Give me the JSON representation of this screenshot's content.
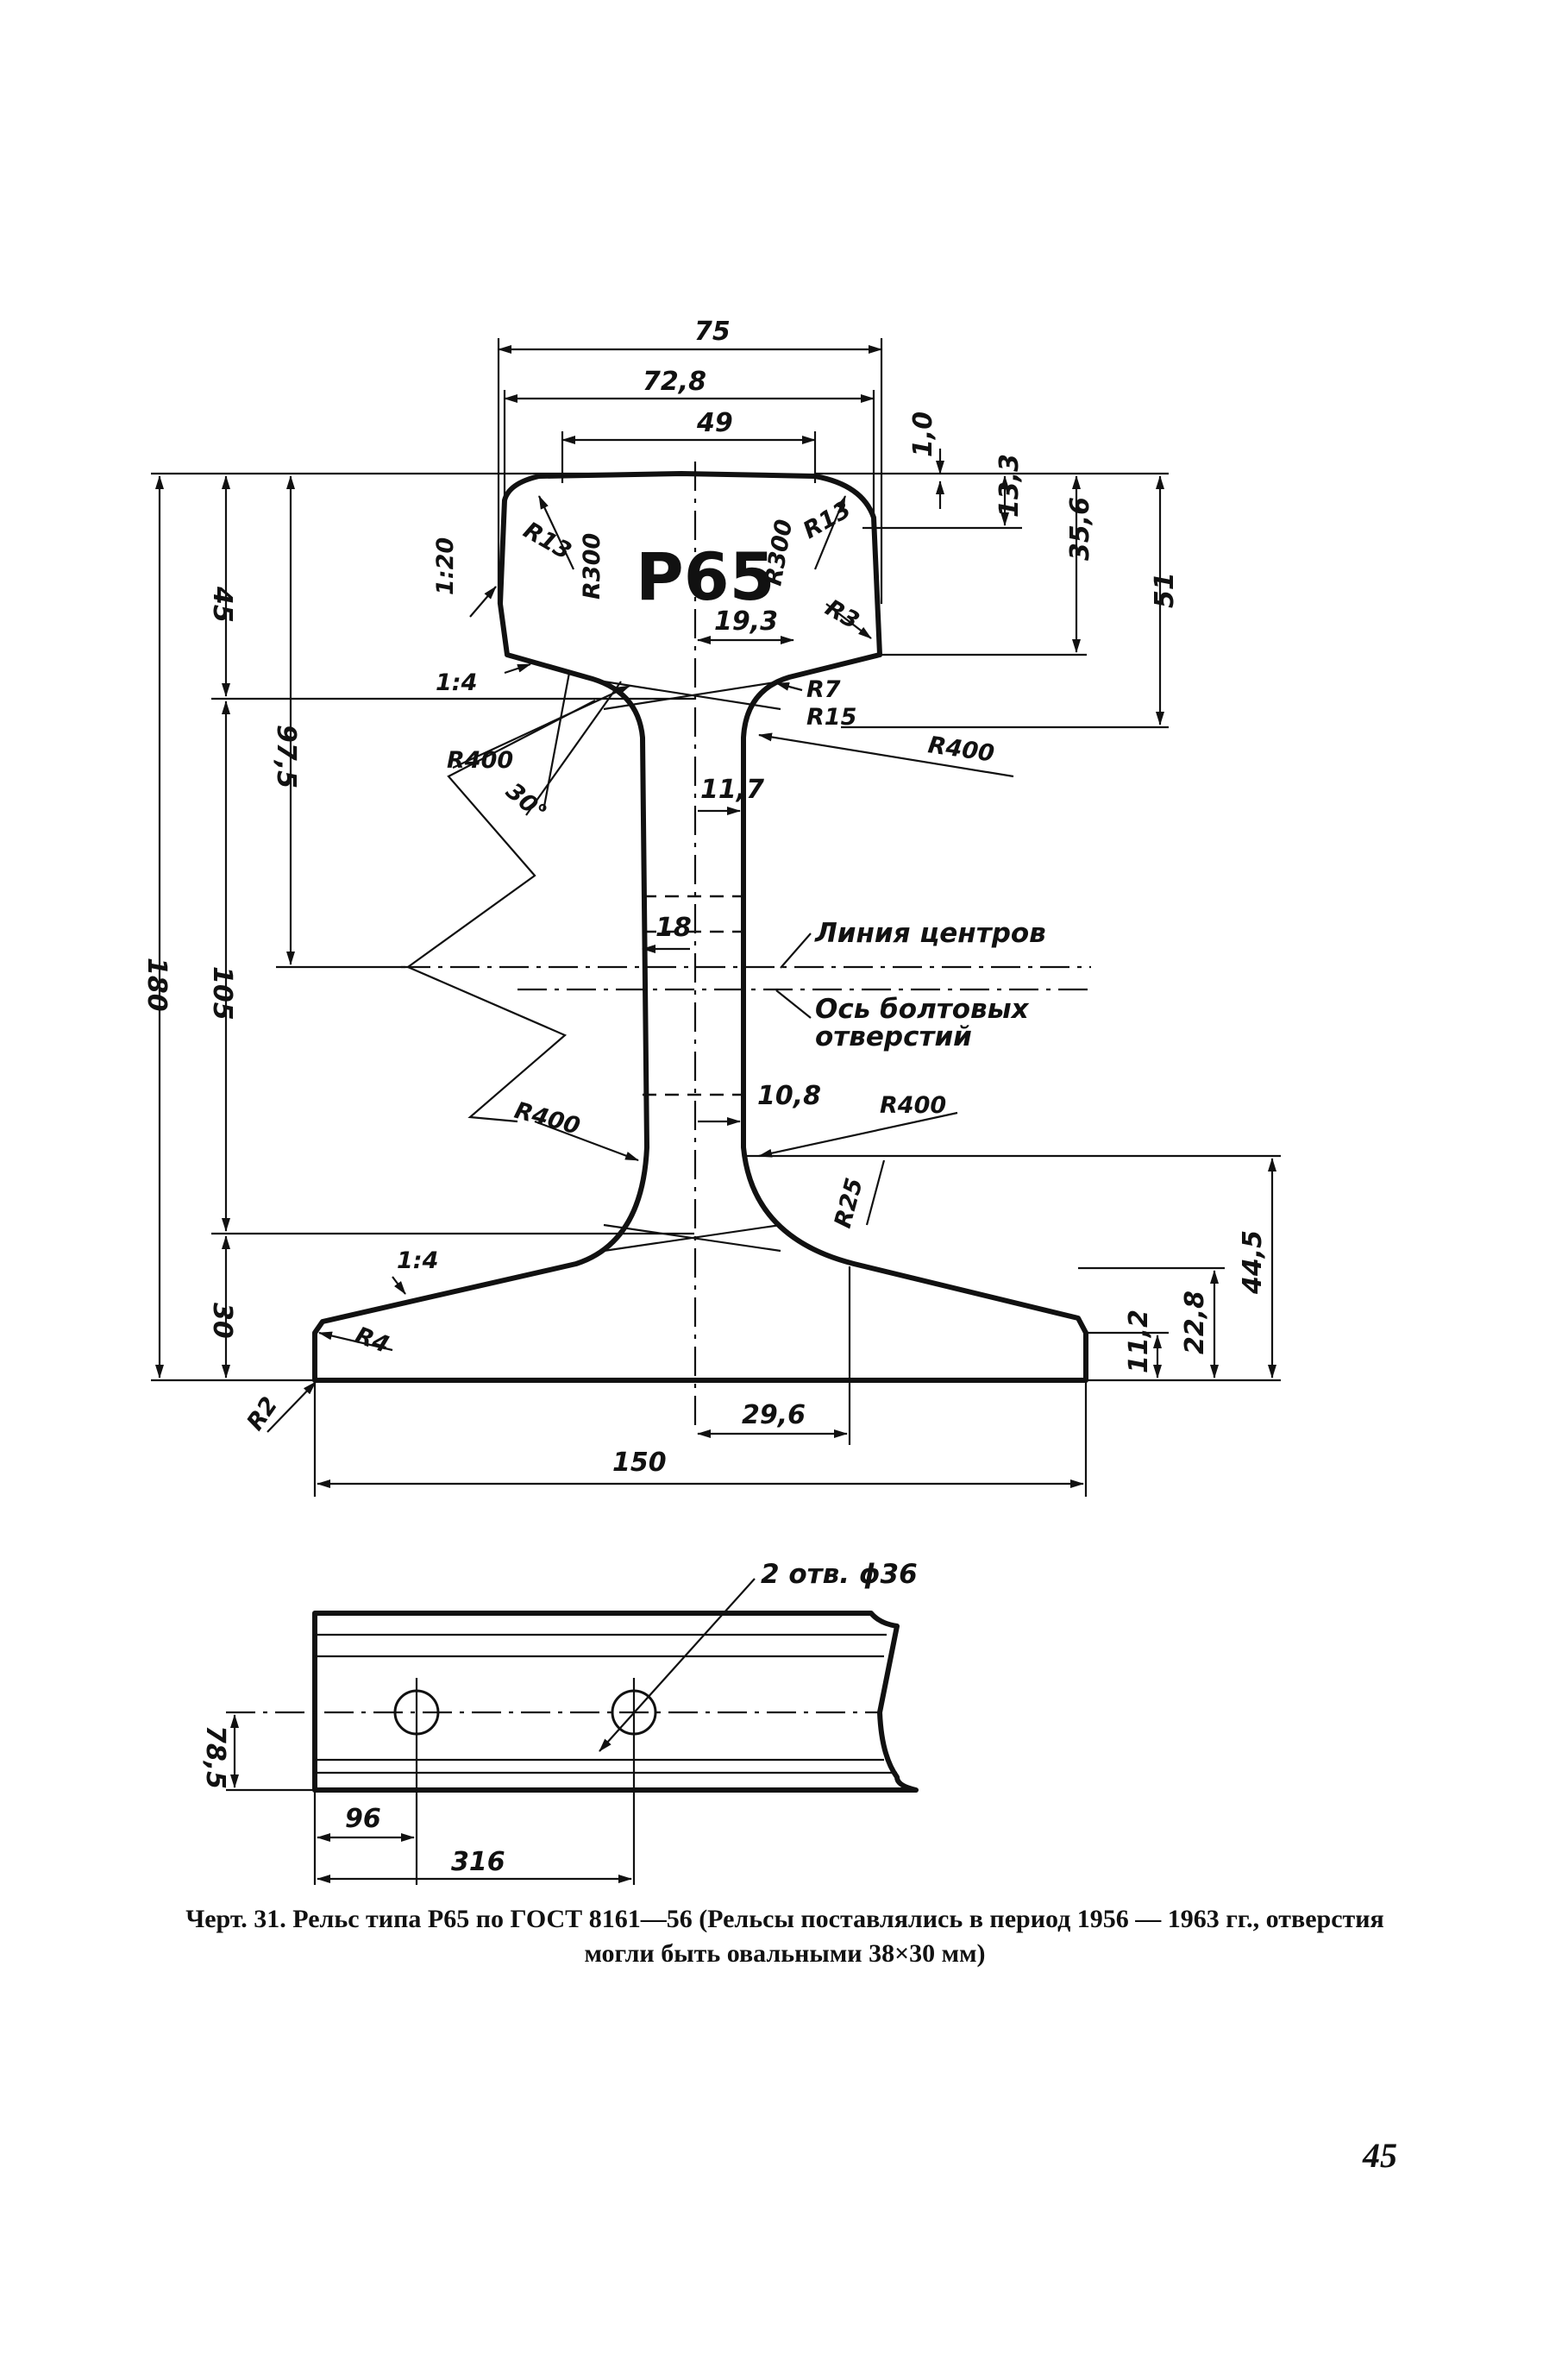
{
  "profile": {
    "designation": "Р65",
    "dimensions": {
      "head_width_75": "75",
      "head_width_72_8": "72,8",
      "head_width_49": "49",
      "crown_1_0": "1,0",
      "crown_13_3": "13,3",
      "crown_35_6": "35,6",
      "head_height_51": "51",
      "head_45": "45",
      "mid_97_5": "97,5",
      "height_180": "180",
      "web_105": "105",
      "base_30": "30",
      "bolt_44_5": "44,5",
      "base_22_8": "22,8",
      "base_11_2": "11,2",
      "base_half_29_6": "29,6",
      "base_width_150": "150",
      "web_19_3": "19,3",
      "web_11_7": "11,7",
      "web_18": "18",
      "web_10_8": "10,8"
    },
    "radii": {
      "r13_left": "R13",
      "r13_right": "R13",
      "r300_left": "R300",
      "r300_right": "R300",
      "r3": "R3",
      "r7": "R7",
      "r15": "R15",
      "r400_upper_left": "R400",
      "r400_upper_right": "R400",
      "r400_lower_left": "R400",
      "r400_lower_right": "R400",
      "r25": "R25",
      "r4": "R4",
      "r2": "R2"
    },
    "slopes": {
      "head_side": "1:20",
      "head_under": "1:4",
      "base_top": "1:4"
    },
    "angle": "30°",
    "notes": {
      "center_line": "Линия центров",
      "bolt_axis_line1": "Ось болтовых",
      "bolt_axis_line2": "отверстий"
    }
  },
  "side_view": {
    "holes_note": "2 отв. ϕ36",
    "dim_78_5": "78,5",
    "dim_96": "96",
    "dim_316": "316"
  },
  "caption": {
    "line1": "Черт. 31. Рельс типа Р65 по ГОСТ 8161—56 (Рельсы поставлялись в период 1956 — 1963 гг., отверстия",
    "line2": "могли быть овальными 38×30 мм)"
  },
  "page_number": "45"
}
